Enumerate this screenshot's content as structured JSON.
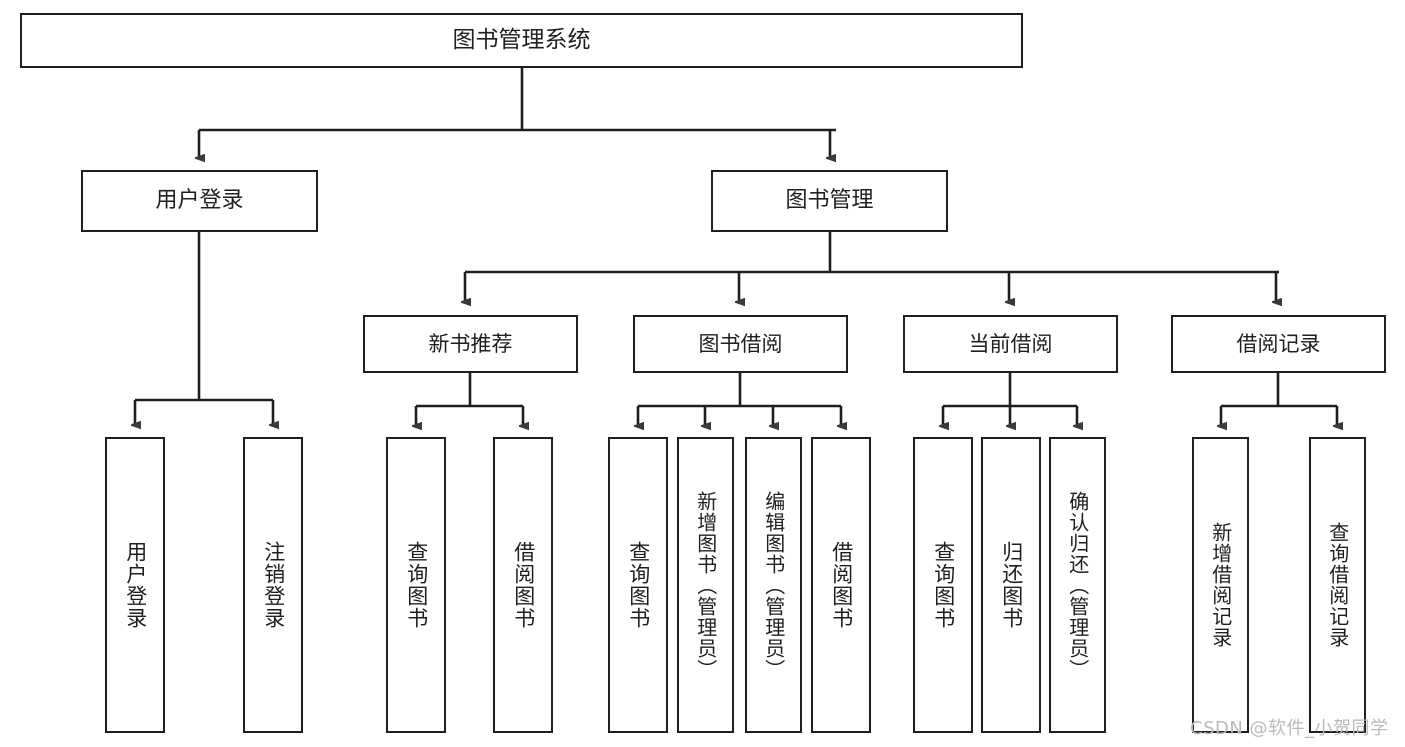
{
  "diagram": {
    "title": "图书管理系统",
    "type": "hierarchy-tree",
    "root": {
      "id": "root",
      "label": "图书管理系统"
    },
    "level2": [
      {
        "id": "user-login",
        "label": "用户登录"
      },
      {
        "id": "book-management",
        "label": "图书管理"
      }
    ],
    "level3": [
      {
        "id": "new-book-recommend",
        "label": "新书推荐",
        "parent": "book-management"
      },
      {
        "id": "book-borrow",
        "label": "图书借阅",
        "parent": "book-management"
      },
      {
        "id": "current-borrow",
        "label": "当前借阅",
        "parent": "book-management"
      },
      {
        "id": "borrow-record",
        "label": "借阅记录",
        "parent": "book-management"
      }
    ],
    "leaves": [
      {
        "id": "leaf-user-login",
        "label": "用户登录",
        "parent": "user-login"
      },
      {
        "id": "leaf-logout-login",
        "label": "注销登录",
        "parent": "user-login"
      },
      {
        "id": "leaf-query-book-1",
        "label": "查询图书",
        "parent": "new-book-recommend"
      },
      {
        "id": "leaf-borrow-book-1",
        "label": "借阅图书",
        "parent": "new-book-recommend"
      },
      {
        "id": "leaf-query-book-2",
        "label": "查询图书",
        "parent": "book-borrow"
      },
      {
        "id": "leaf-add-book-admin",
        "label": "新增图书（管理员）",
        "parent": "book-borrow"
      },
      {
        "id": "leaf-edit-book-admin",
        "label": "编辑图书（管理员）",
        "parent": "book-borrow"
      },
      {
        "id": "leaf-borrow-book-2",
        "label": "借阅图书",
        "parent": "book-borrow"
      },
      {
        "id": "leaf-query-book-3",
        "label": "查询图书",
        "parent": "current-borrow"
      },
      {
        "id": "leaf-return-book",
        "label": "归还图书",
        "parent": "current-borrow"
      },
      {
        "id": "leaf-confirm-return-admin",
        "label": "确认归还（管理员）",
        "parent": "current-borrow"
      },
      {
        "id": "leaf-add-borrow-record",
        "label": "新增借阅记录",
        "parent": "borrow-record"
      },
      {
        "id": "leaf-query-borrow-record",
        "label": "查询借阅记录",
        "parent": "borrow-record"
      }
    ],
    "colors": {
      "stroke": "#1f1f1f",
      "background": "#ffffff",
      "text": "#1f1f1f",
      "watermark": "#b9b9b9"
    }
  },
  "watermark": {
    "text": "CSDN @软件_小贺同学"
  }
}
